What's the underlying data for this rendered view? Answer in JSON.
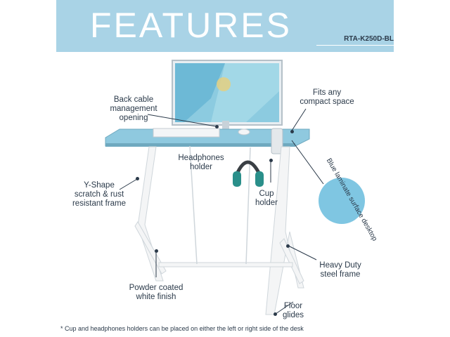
{
  "banner": {
    "title": "FEATURES",
    "model": "RTA-K250D-BL"
  },
  "labels": {
    "back_cable": [
      "Back cable",
      "management",
      "opening"
    ],
    "fits_any": [
      "Fits any",
      "compact space"
    ],
    "headphones": [
      "Headphones",
      "holder"
    ],
    "cup": [
      "Cup",
      "holder"
    ],
    "y_shape": [
      "Y-Shape",
      "scratch & rust",
      "resistant frame"
    ],
    "laminate": "Blue laminate surface desktop",
    "heavy_duty": [
      "Heavy Duty",
      "steel frame"
    ],
    "powder": [
      "Powder coated",
      "white finish"
    ],
    "floor": [
      "Floor",
      "glides"
    ]
  },
  "footnote": "* Cup and headphones holders can be placed on either the left or right side of the desk",
  "colors": {
    "banner": "#a9d3e6",
    "desktop": "#8fc9df",
    "swatch": "#7fc6e2",
    "frame": "#f4f5f6",
    "text": "#2b3a4a"
  }
}
